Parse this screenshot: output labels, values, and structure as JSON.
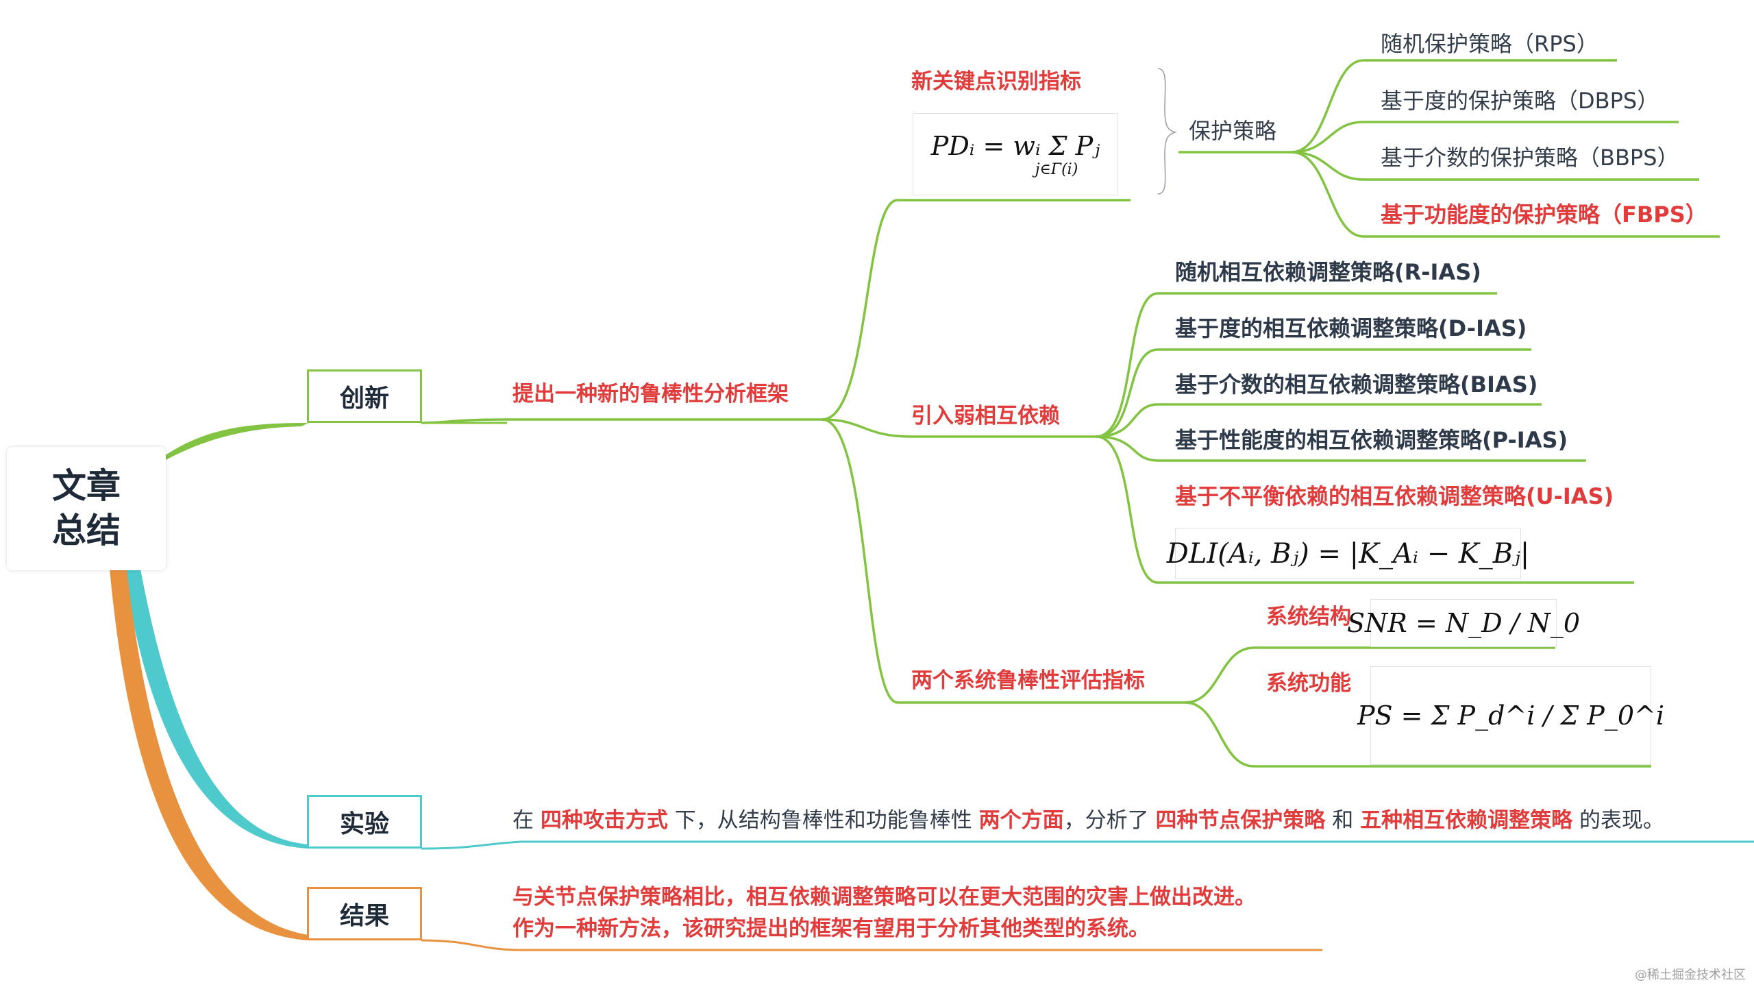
{
  "root": {
    "line1": "文章",
    "line2": "总结"
  },
  "branches": {
    "innovation": "创新",
    "experiment": "实验",
    "result": "结果"
  },
  "innovation": {
    "framework": "提出一种新的鲁棒性分析框架",
    "new_metric": "新关键点识别指标",
    "pd_formula": "PDᵢ = wᵢ Σ Pⱼ",
    "pd_formula_sub": "j∈Γ(i)",
    "protection": "保护策略",
    "protection_items": [
      "随机保护策略（RPS）",
      "基于度的保护策略（DBPS）",
      "基于介数的保护策略（BBPS）",
      "基于功能度的保护策略（FBPS）"
    ],
    "weak_dep": "引入弱相互依赖",
    "weak_dep_items": [
      "随机相互依赖调整策略(R-IAS)",
      "基于度的相互依赖调整策略(D-IAS)",
      "基于介数的相互依赖调整策略(BIAS)",
      "基于性能度的相互依赖调整策略(P-IAS)",
      "基于不平衡依赖的相互依赖调整策略(U-IAS)"
    ],
    "dli_formula": "DLI(Aᵢ, Bⱼ) = |K_Aᵢ − K_Bⱼ|",
    "eval": "两个系统鲁棒性评估指标",
    "struct": "系统结构",
    "snr_formula": "SNR = N_D / N_0",
    "func": "系统功能",
    "ps_formula": "PS = Σ P_d^i / Σ P_0^i"
  },
  "experiment": {
    "parts": [
      {
        "text": "在 ",
        "hl": false
      },
      {
        "text": "四种攻击方式",
        "hl": true
      },
      {
        "text": " 下，从结构鲁棒性和功能鲁棒性 ",
        "hl": false
      },
      {
        "text": "两个方面",
        "hl": true
      },
      {
        "text": "，分析了 ",
        "hl": false
      },
      {
        "text": "四种节点保护策略",
        "hl": true
      },
      {
        "text": " 和 ",
        "hl": false
      },
      {
        "text": "五种相互依赖调整策略",
        "hl": true
      },
      {
        "text": " 的表现。",
        "hl": false
      }
    ]
  },
  "result": {
    "line1": "与关节点保护策略相比，相互依赖调整策略可以在更大范围的灾害上做出改进。",
    "line2": "作为一种新方法，该研究提出的框架有望用于分析其他类型的系统。"
  },
  "watermark": "@稀土掘金技术社区",
  "colors": {
    "green": "#82c341",
    "teal": "#4ec9cc",
    "orange": "#e8923f",
    "red": "#e03c3c",
    "dark": "#2e3a4a"
  }
}
